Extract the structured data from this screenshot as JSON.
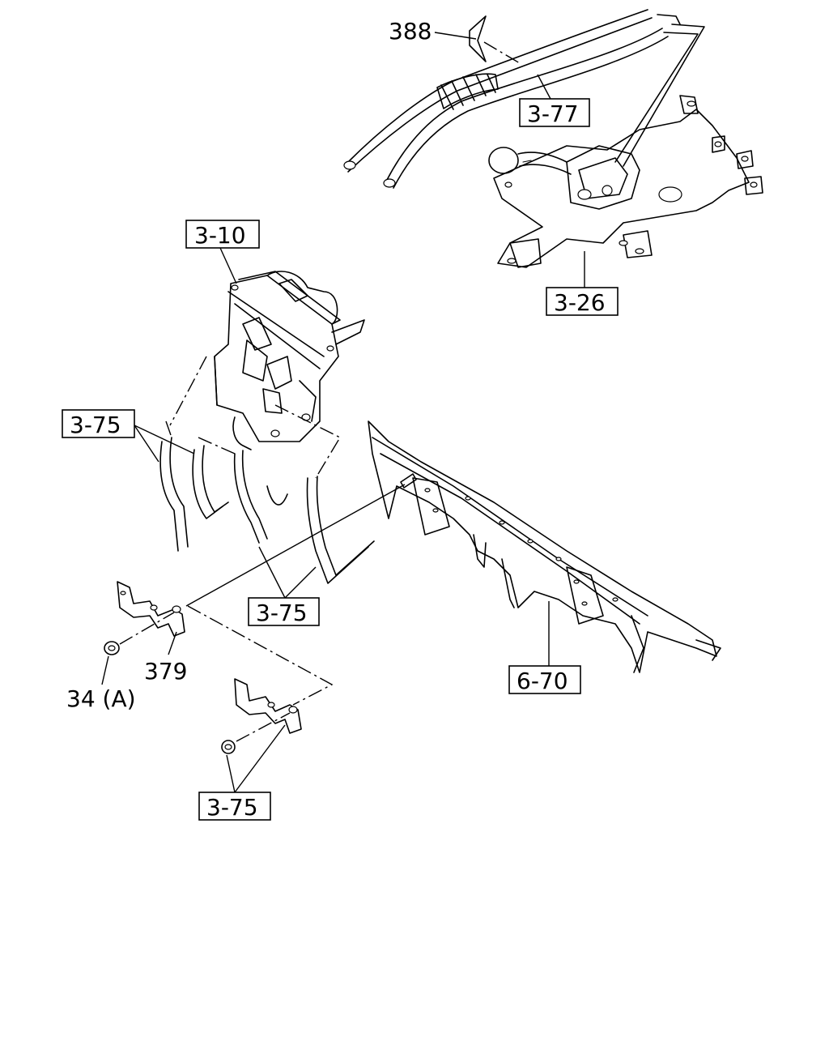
{
  "callouts": {
    "c388": "388",
    "c377": "3-77",
    "c310": "3-10",
    "c326": "3-26",
    "c375_a": "3-75",
    "c375_b": "3-75",
    "c375_c": "3-75",
    "c670": "6-70",
    "c379": "379",
    "c34a": "34 (A)"
  }
}
